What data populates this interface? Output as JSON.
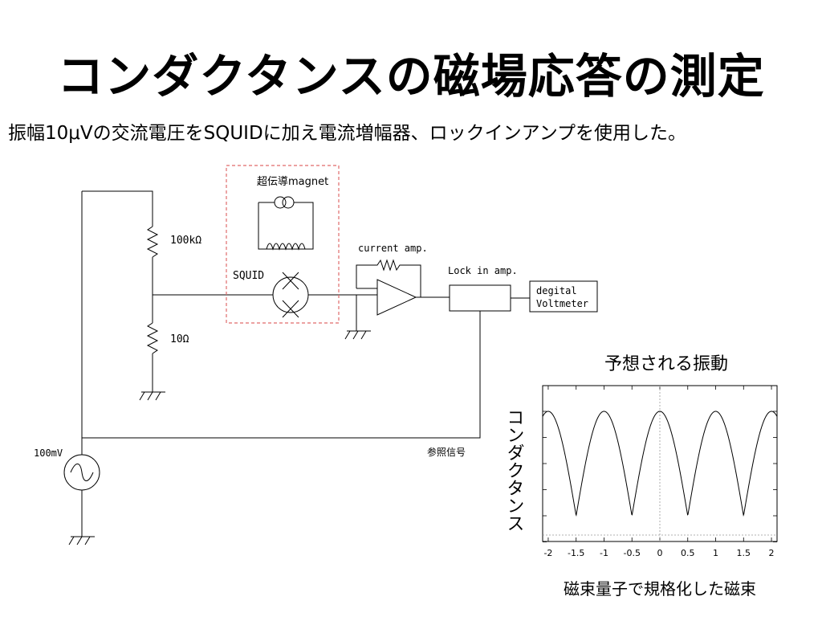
{
  "slide": {
    "title": "コンダクタンスの磁場応答の測定",
    "subtitle": "振幅10μVの交流電圧をSQUIDに加え電流増幅器、ロックインアンプを使用した。"
  },
  "circuit": {
    "magnet_label": "超伝導magnet",
    "resistor_top_label": "100kΩ",
    "resistor_bottom_label": "10Ω",
    "squid_label": "SQUID",
    "current_amp_label": "current amp.",
    "lockin_label": "Lock in amp.",
    "voltmeter_label_line1": "degital",
    "voltmeter_label_line2": "Voltmeter",
    "source_label": "100mV",
    "reference_label": "参照信号"
  },
  "chart_data": {
    "type": "line",
    "title": "予想される振動",
    "xlabel": "磁束量子で規格化した磁束",
    "ylabel": "コンダクタンス",
    "xlim": [
      -2.1,
      2.1
    ],
    "x_ticks": [
      "-2",
      "-1.5",
      "-1",
      "-0.5",
      "0",
      "0.5",
      "1",
      "1.5",
      "2"
    ],
    "x_tick_values": [
      -2,
      -1.5,
      -1,
      -0.5,
      0,
      0.5,
      1,
      1.5,
      2
    ],
    "function": "|cos(π x)|",
    "grid": false
  }
}
